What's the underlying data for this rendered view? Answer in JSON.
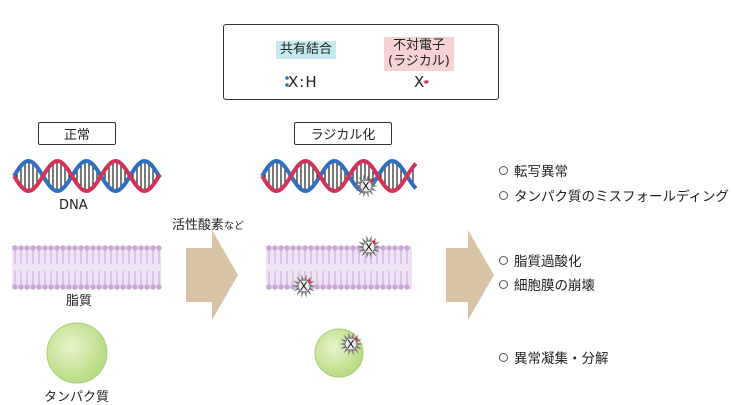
{
  "legend": {
    "covalent_label": "共有結合",
    "covalent_symbol": "X:H",
    "radical_label": "不対電子\n(ラジカル)",
    "radical_symbol": "X·"
  },
  "columns": {
    "normal_label": "正常",
    "radical_label": "ラジカル化"
  },
  "captions": {
    "dna": "DNA",
    "lipid": "脂質",
    "protein": "タンパク質",
    "agent": "活性酸素",
    "agent_suffix": "など"
  },
  "results": {
    "dna": [
      "転写異常",
      "タンパク質のミスフォールディング"
    ],
    "lipid": [
      "脂質過酸化",
      "細胞膜の崩壊"
    ],
    "protein": [
      "異常凝集・分解"
    ]
  },
  "radical_mark": "X",
  "colors": {
    "dna_red": "#d0325a",
    "dna_blue": "#2f6fc2",
    "membrane": "#c9a6d6",
    "protein": "#c8e59a",
    "arrow": "#d9c3a5",
    "radical_dot": "#e0304f"
  }
}
